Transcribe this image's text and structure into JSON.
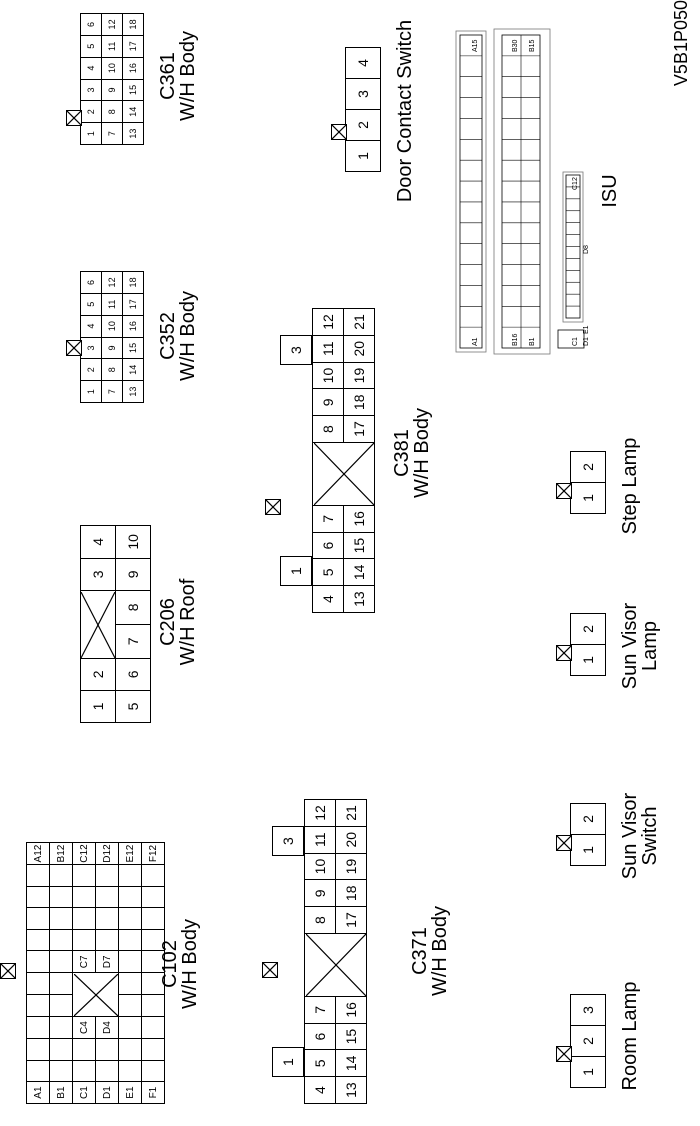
{
  "figure_code": "V5B1P050",
  "isu_label": "ISU",
  "connectors": {
    "c102": {
      "name": "C102",
      "harness": "W/H Body",
      "rows": [
        [
          "A1",
          "",
          "",
          "",
          "",
          "",
          "",
          "",
          "",
          "",
          "",
          "A12"
        ],
        [
          "B1",
          "",
          "",
          "",
          "",
          "",
          "",
          "",
          "",
          "",
          "",
          "B12"
        ],
        [
          "C1",
          "",
          "",
          "C4",
          "",
          "",
          "C7",
          "",
          "",
          "",
          "",
          "C12"
        ],
        [
          "D1",
          "",
          "",
          "D4",
          "",
          "",
          "D7",
          "",
          "",
          "",
          "",
          "D12"
        ],
        [
          "E1",
          "",
          "",
          "",
          "",
          "",
          "",
          "",
          "",
          "",
          "",
          "E12"
        ],
        [
          "F1",
          "",
          "",
          "",
          "",
          "",
          "",
          "",
          "",
          "",
          "",
          "F12"
        ]
      ]
    },
    "c371": {
      "name": "C371",
      "harness": "W/H Body",
      "top": [
        "1",
        "",
        "",
        "",
        "",
        "",
        "",
        "",
        "3"
      ],
      "rows": [
        [
          "4",
          "5",
          "6",
          "7",
          "",
          "8",
          "9",
          "10",
          "11",
          "12"
        ],
        [
          "13",
          "14",
          "15",
          "16",
          "",
          "17",
          "18",
          "19",
          "20",
          "21"
        ]
      ]
    },
    "c381": {
      "name": "C381",
      "harness": "W/H Body",
      "top": [
        "1",
        "",
        "",
        "",
        "",
        "",
        "",
        "",
        "3"
      ],
      "rows": [
        [
          "4",
          "5",
          "6",
          "7",
          "",
          "8",
          "9",
          "10",
          "11",
          "12"
        ],
        [
          "13",
          "14",
          "15",
          "16",
          "",
          "17",
          "18",
          "19",
          "20",
          "21"
        ]
      ]
    },
    "c206": {
      "name": "C206",
      "harness": "W/H Roof",
      "rows": [
        [
          "1",
          "2",
          "",
          "3",
          "4"
        ],
        [
          "5",
          "6",
          "7",
          "8",
          "9",
          "10"
        ]
      ]
    },
    "c352": {
      "name": "C352",
      "harness": "W/H Body",
      "rows": [
        [
          "1",
          "2",
          "3",
          "4",
          "5",
          "6"
        ],
        [
          "7",
          "8",
          "9",
          "10",
          "11",
          "12"
        ],
        [
          "13",
          "14",
          "15",
          "16",
          "17",
          "18"
        ]
      ]
    },
    "c361": {
      "name": "C361",
      "harness": "W/H Body",
      "rows": [
        [
          "1",
          "2",
          "3",
          "4",
          "5",
          "6"
        ],
        [
          "7",
          "8",
          "9",
          "10",
          "11",
          "12"
        ],
        [
          "13",
          "14",
          "15",
          "16",
          "17",
          "18"
        ]
      ]
    },
    "room_lamp": {
      "label": [
        "Room Lamp"
      ],
      "pins": [
        "1",
        "2",
        "3"
      ]
    },
    "sun_visor_switch": {
      "label": [
        "Sun Visor",
        "Switch"
      ],
      "pins": [
        "1",
        "2"
      ]
    },
    "sun_visor_lamp": {
      "label": [
        "Sun Visor",
        "Lamp"
      ],
      "pins": [
        "1",
        "2"
      ]
    },
    "step_lamp": {
      "label": [
        "Step Lamp"
      ],
      "pins": [
        "1",
        "2"
      ]
    },
    "door_contact_switch": {
      "label": [
        "Door Contact Switch"
      ],
      "pins": [
        "1",
        "2",
        "3",
        "4"
      ]
    },
    "isu": {
      "row_a": [
        "A1",
        "A15"
      ],
      "row_b": [
        "B16",
        "B30",
        "B1",
        "B15"
      ],
      "row_c": [
        "C1",
        "C12"
      ],
      "row_d": [
        "D1",
        "D8"
      ],
      "row_e": [
        "E1"
      ]
    }
  }
}
